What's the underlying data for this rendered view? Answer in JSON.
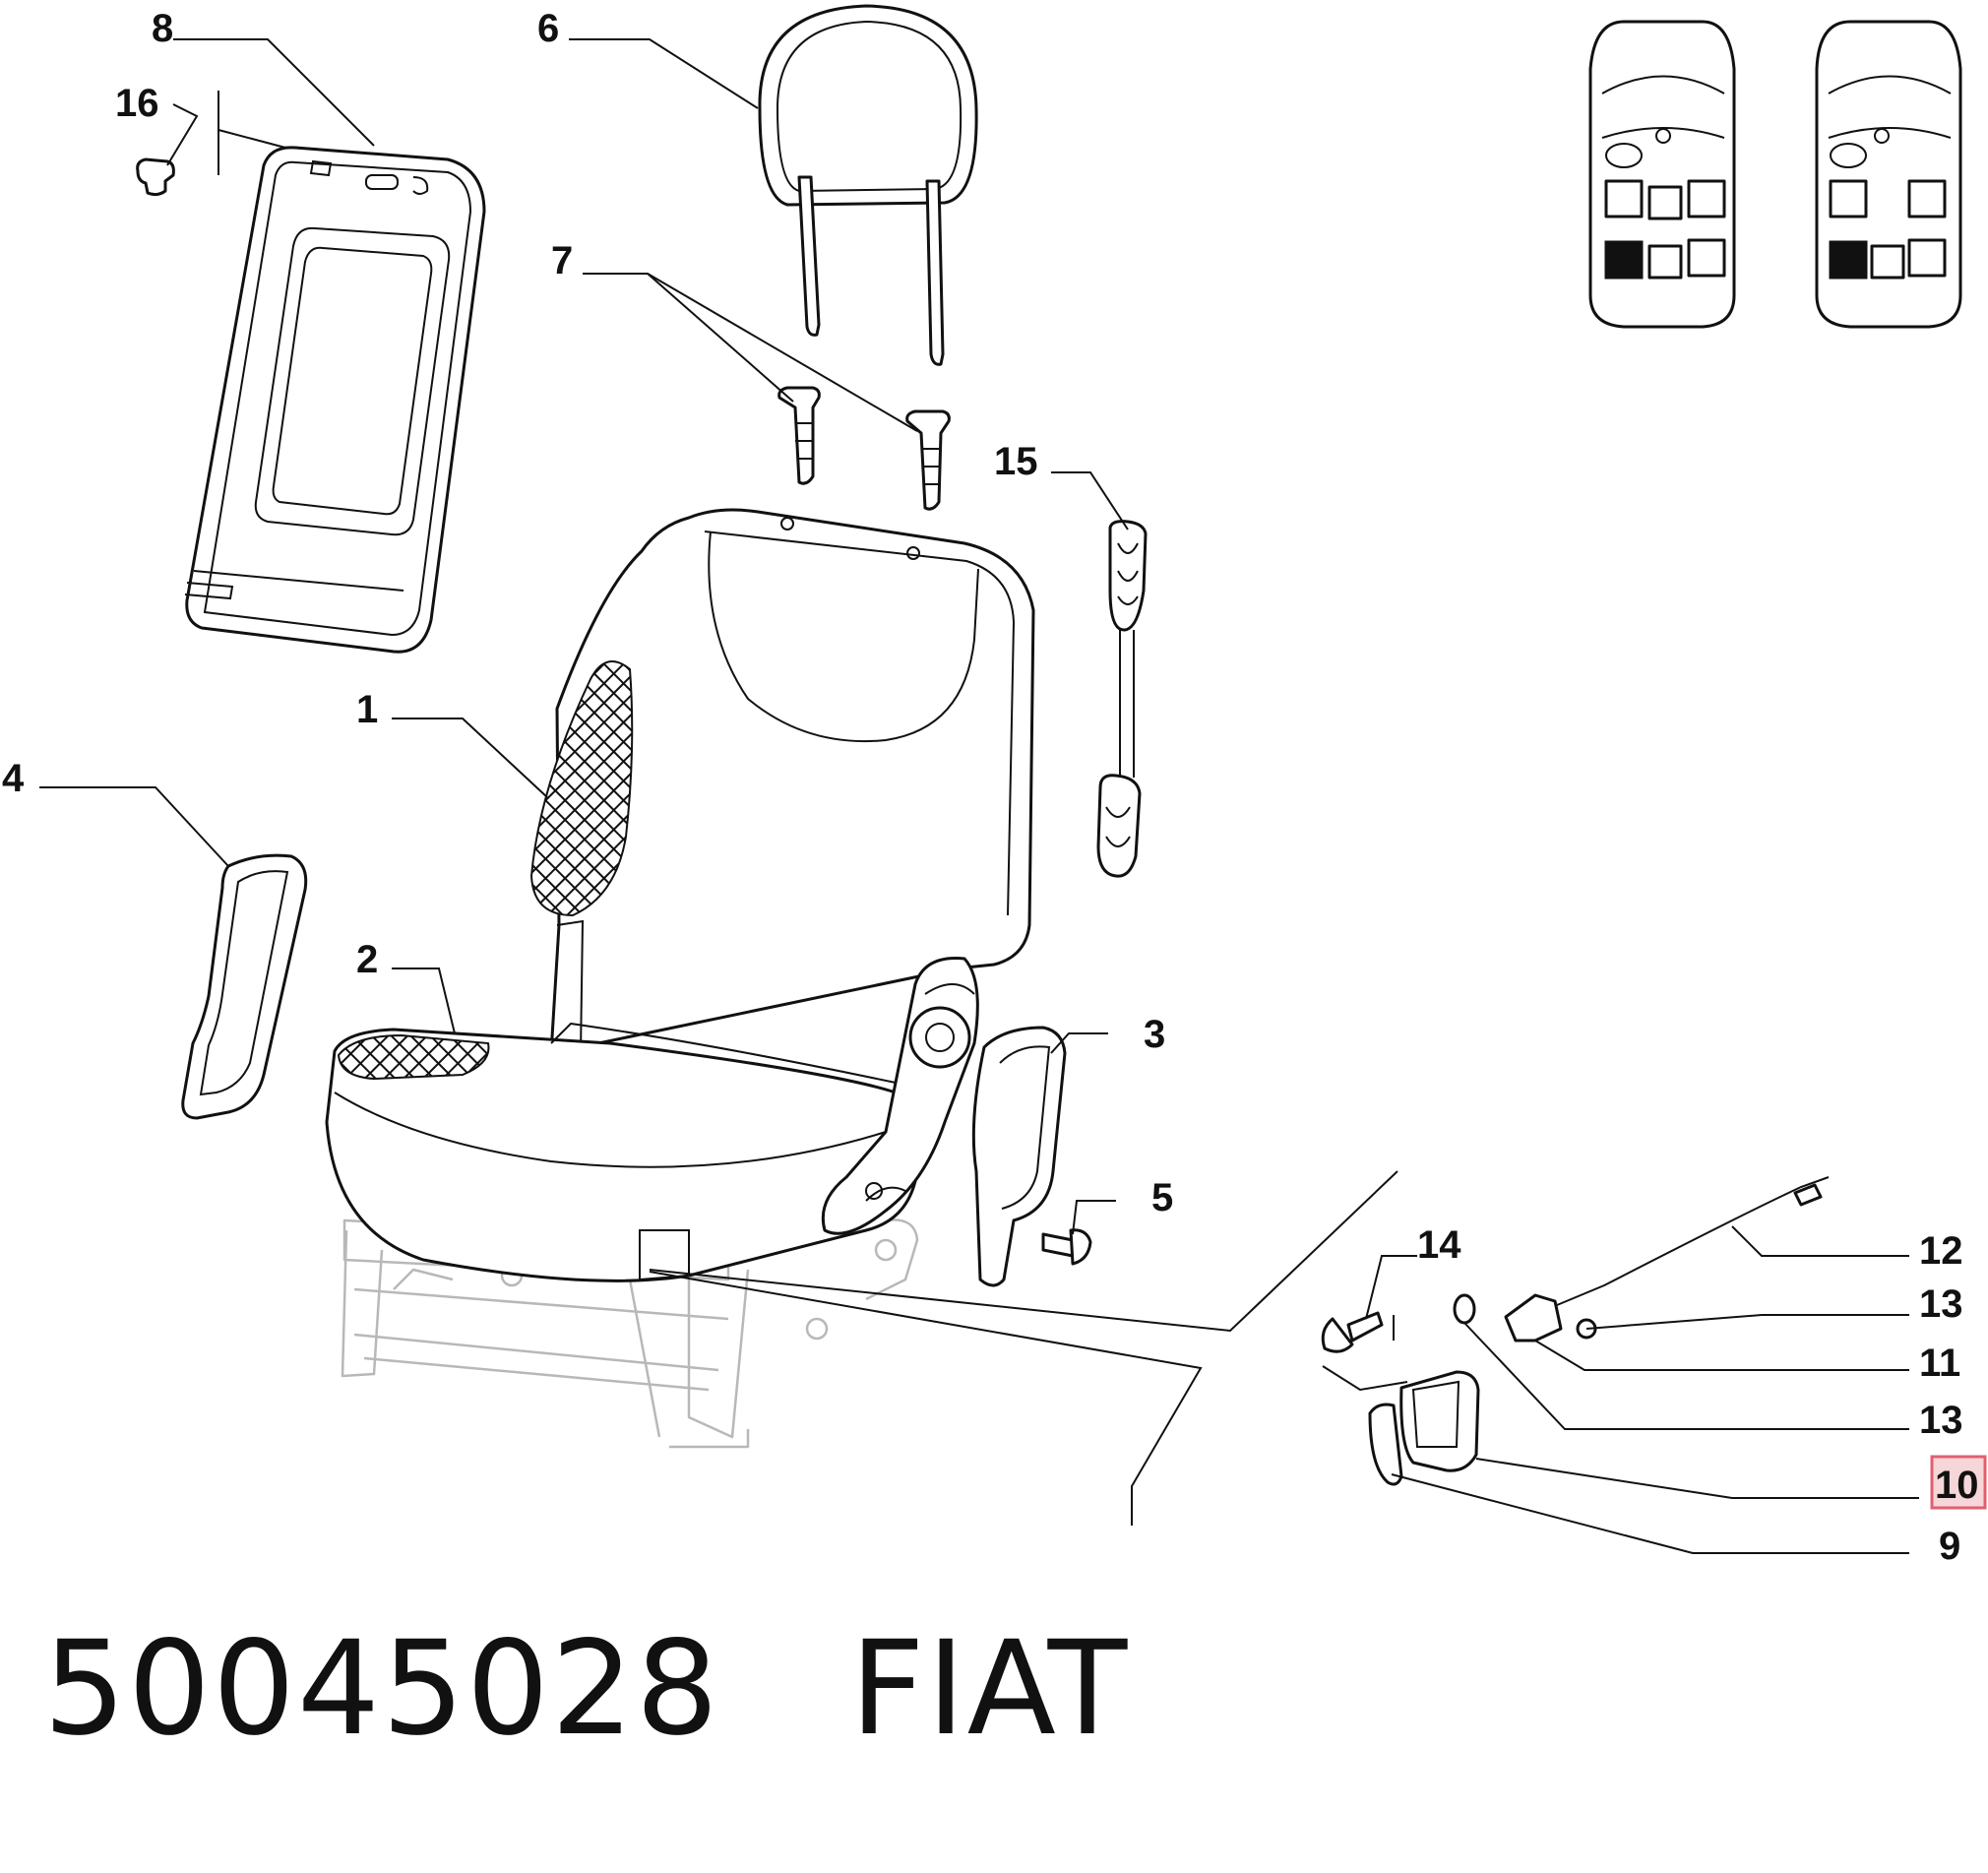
{
  "callouts": [
    {
      "id": "1",
      "label": "1"
    },
    {
      "id": "2",
      "label": "2"
    },
    {
      "id": "3",
      "label": "3"
    },
    {
      "id": "4",
      "label": "4"
    },
    {
      "id": "5",
      "label": "5"
    },
    {
      "id": "6",
      "label": "6"
    },
    {
      "id": "7",
      "label": "7"
    },
    {
      "id": "8",
      "label": "8"
    },
    {
      "id": "9",
      "label": "9"
    },
    {
      "id": "10",
      "label": "10",
      "highlighted": true
    },
    {
      "id": "11",
      "label": "11"
    },
    {
      "id": "12",
      "label": "12"
    },
    {
      "id": "13a",
      "label": "13"
    },
    {
      "id": "13b",
      "label": "13"
    },
    {
      "id": "14",
      "label": "14"
    },
    {
      "id": "15",
      "label": "15"
    },
    {
      "id": "16",
      "label": "16"
    }
  ],
  "footer": {
    "part_number": "50045028",
    "brand": "FIAT"
  },
  "colors": {
    "line": "#111111",
    "highlight_fill": "#f6d6d8",
    "highlight_border": "#e06070",
    "frame_ghost": "#b8b8b8"
  }
}
